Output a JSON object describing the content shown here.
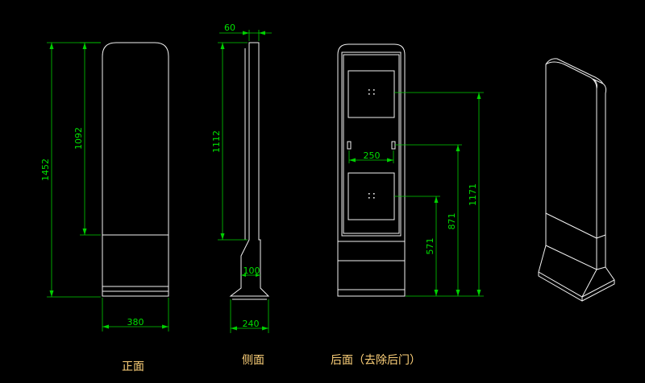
{
  "views": {
    "front": {
      "caption": "正面",
      "dims": {
        "total_height": "1452",
        "panel_height": "1092",
        "width": "380"
      }
    },
    "side": {
      "caption": "侧面",
      "dims": {
        "top_thickness": "60",
        "height": "1112",
        "neck": "100",
        "base": "240"
      }
    },
    "back": {
      "caption": "后面（去除后门）",
      "dims": {
        "spacing": "250",
        "h1": "1171",
        "h2": "871",
        "h3": "571"
      }
    }
  },
  "colors": {
    "background": "#000000",
    "outline": "#f2f2f2",
    "dimension": "#00d000",
    "caption": "#ffd27a"
  }
}
